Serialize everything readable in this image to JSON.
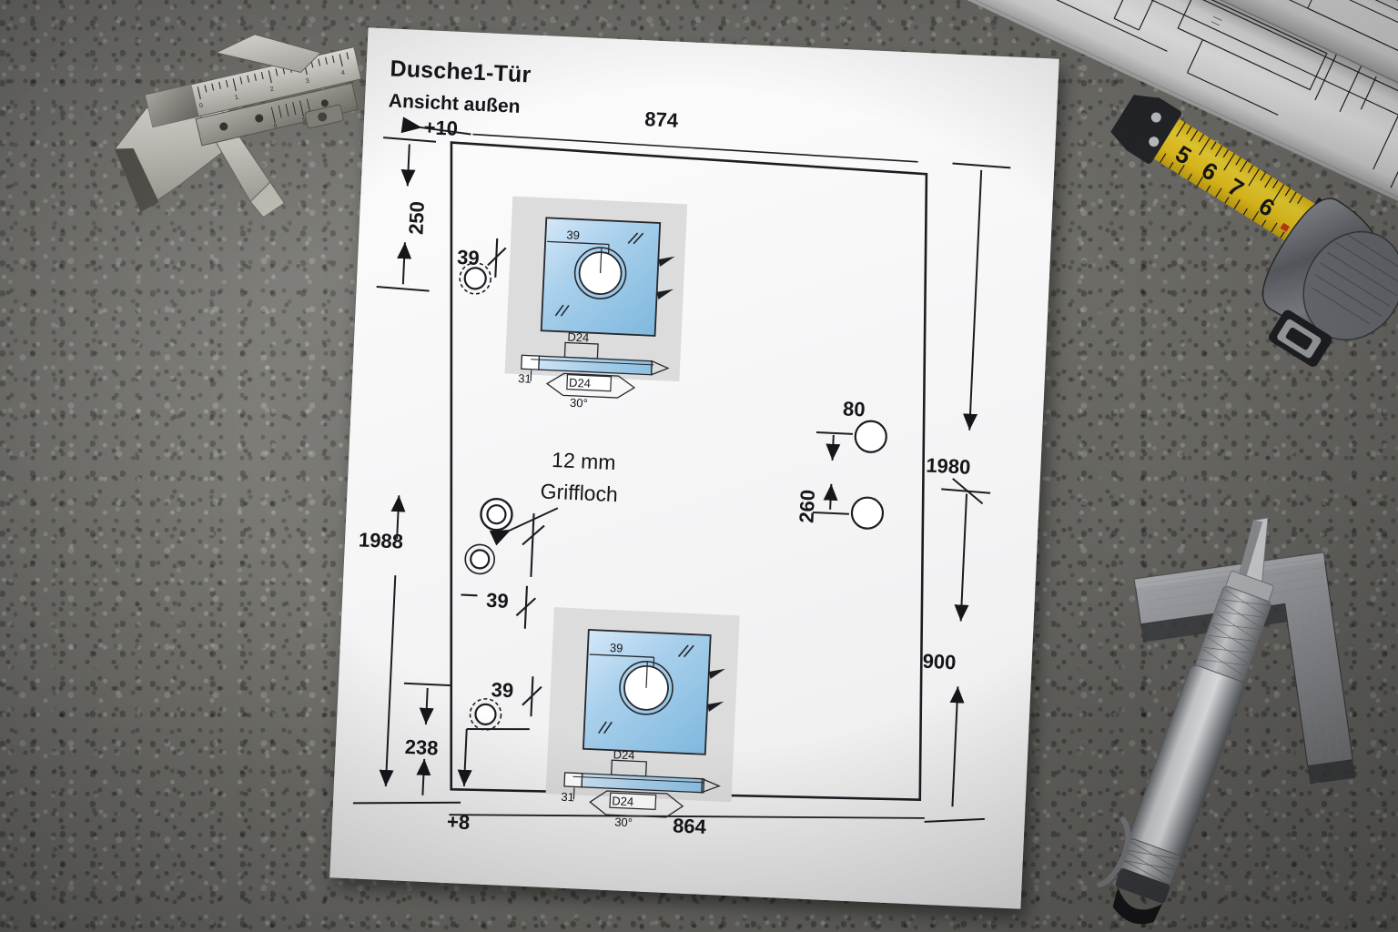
{
  "scene": {
    "surface": "concrete-workbench",
    "objects": [
      "vernier-caliper",
      "blueprint-rolls",
      "tape-measure",
      "scribe-pen",
      "machinist-square",
      "technical-drawing-sheet"
    ]
  },
  "drawing": {
    "title": "Dusche1-Tür",
    "subtitle": "Ansicht außen",
    "note_line1": "12 mm",
    "note_line2": "Griffloch",
    "dimensions": {
      "top_width": "874",
      "bottom_width": "864",
      "top_offset": "+10",
      "bottom_offset": "+8",
      "left_top": "250",
      "left_total": "1988",
      "left_bottom": "238",
      "right_total": "1980",
      "right_lower": "900",
      "holes_spacing": "260",
      "holes_edge": "80"
    },
    "hinge_marks": [
      "39",
      "39",
      "39"
    ],
    "detail": {
      "hole_offset": "39",
      "bore_top": "D24",
      "bore_bottom": "D24",
      "thickness": "31",
      "chamfer_angle": "30°"
    }
  },
  "tape_measure": {
    "ticks": [
      "5",
      "6",
      "7",
      "6"
    ],
    "blade_color": "#f2cf1c",
    "case_color": "#6f7277"
  },
  "colors": {
    "paper": "#fafafa",
    "ink": "#14161a",
    "glass_light": "#cfe4f5",
    "glass_dark": "#7fb6dd",
    "detail_bg": "#dcdcdd",
    "concrete": "#75746f"
  }
}
